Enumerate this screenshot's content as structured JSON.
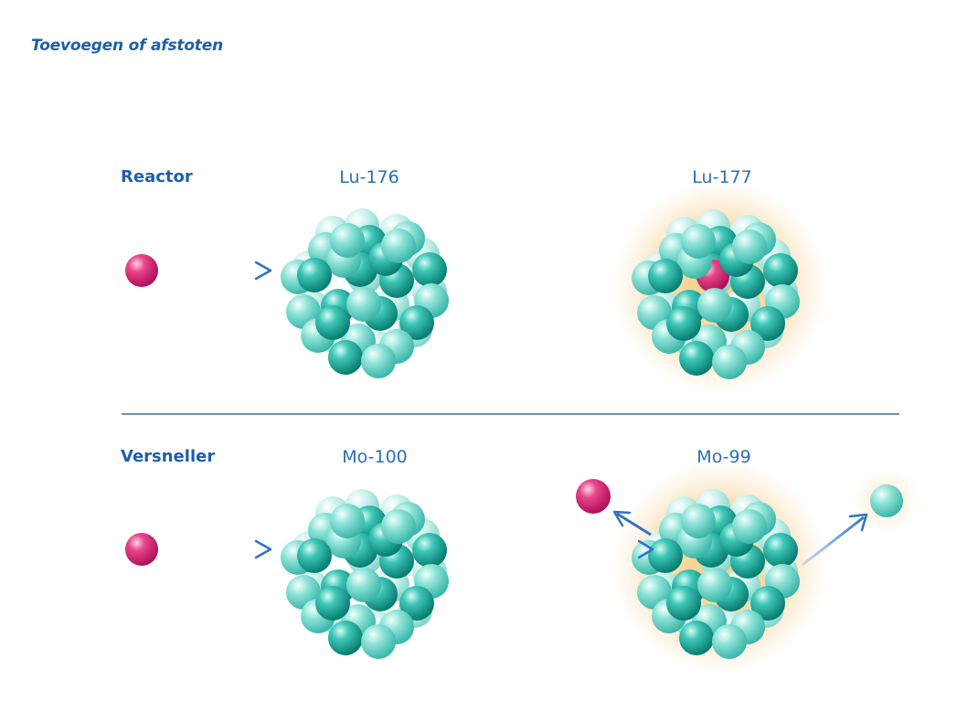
{
  "title": "Toevoegen of afstoten",
  "rows": [
    {
      "method": "Reactor",
      "source_isotope": "Lu-176",
      "product_isotope": "Lu-177"
    },
    {
      "method": "Versneller",
      "source_isotope": "Mo-100",
      "product_isotope": "Mo-99"
    }
  ],
  "colors": {
    "title": "#1f5fa8",
    "label": "#1f5fa8",
    "isotope_label": "#2a6fb8",
    "arrow": "#2f74c0",
    "divider": "#3a6fb0",
    "proton": "#d4176b",
    "neutron_dark": "#0fa899",
    "neutron_light": "#6fd8cc",
    "glow": "#f6c97a"
  }
}
